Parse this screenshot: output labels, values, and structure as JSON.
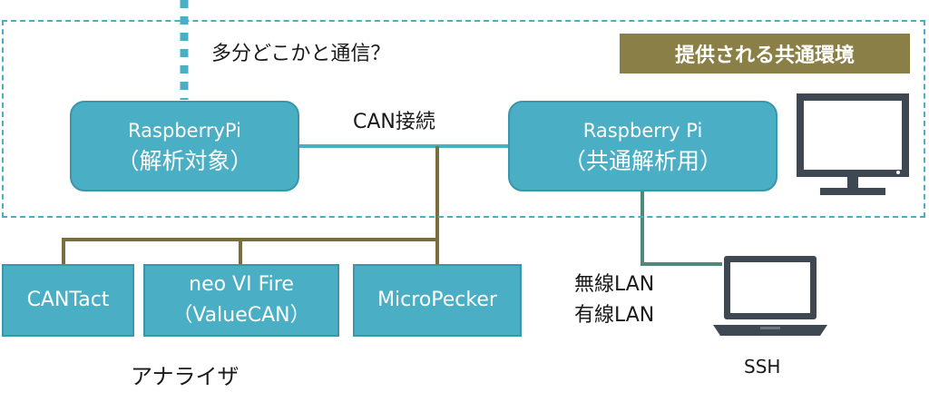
{
  "diagram": {
    "question_label": "多分どこかと通信？",
    "env_badge": "提供される共通環境",
    "can_label": "CAN接続",
    "target_pi": {
      "line1": "RaspberryPi",
      "line2": "（解析対象）"
    },
    "shared_pi": {
      "line1": "Raspberry Pi",
      "line2": "（共通解析用）"
    },
    "analyzers": [
      {
        "line1": "CANTact",
        "line2": ""
      },
      {
        "line1": "neo VI Fire",
        "line2": "（ValueCAN）"
      },
      {
        "line1": "MicroPecker",
        "line2": ""
      }
    ],
    "analyzer_label": "アナライザ",
    "lan": {
      "wireless": "無線LAN",
      "wired": "有線LAN"
    },
    "ssh_label": "SSH",
    "icons": {
      "monitor": "monitor-icon",
      "laptop": "laptop-icon"
    },
    "colors": {
      "box_fill": "#4aaec4",
      "can_bus": "#7a6e3e",
      "lan_wire": "#4d8a7a",
      "badge": "#8a7f46",
      "icon": "#3d4852"
    }
  }
}
